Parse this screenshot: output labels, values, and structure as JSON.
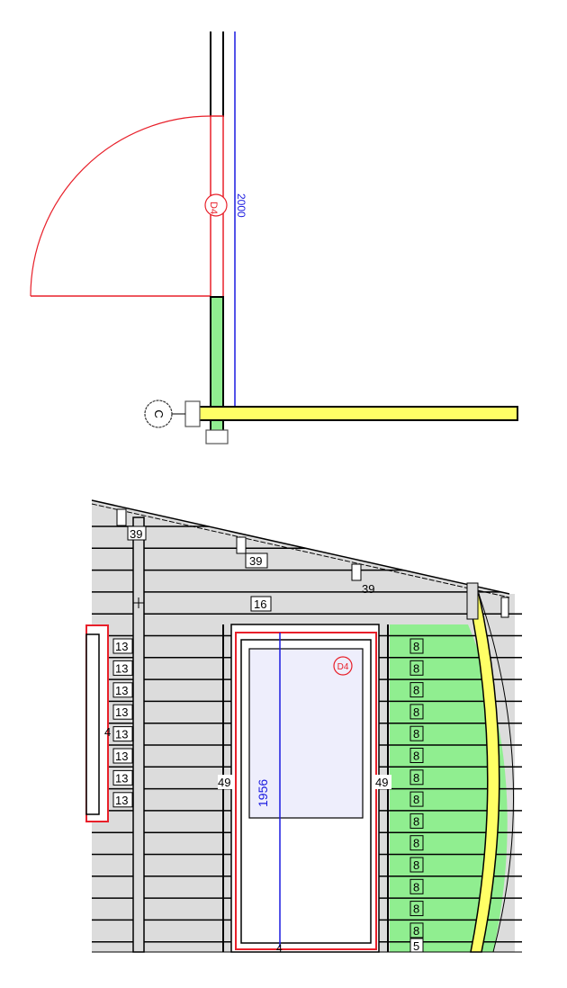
{
  "plan": {
    "door_tag": "D4",
    "dimension": "2000",
    "column_tag": "C"
  },
  "elevation": {
    "rafter_labels": [
      "39",
      "39",
      "39"
    ],
    "beam_label": "16",
    "left_labels": [
      "13",
      "13",
      "13",
      "13",
      "13",
      "13",
      "13",
      "13"
    ],
    "left_extra_label": "4",
    "post_labels": [
      "49",
      "49"
    ],
    "door_tag": "D4",
    "door_dimension": "1956",
    "door_bottom_label": "4",
    "green_labels": [
      "8",
      "8",
      "8",
      "8",
      "8",
      "8",
      "8",
      "8",
      "8",
      "8",
      "8",
      "8",
      "8",
      "8"
    ],
    "green_bottom_label": "5"
  },
  "colors": {
    "door": "#e8202a",
    "dimension": "#1a1ae0",
    "wall_green": "#90ee90",
    "wall_yellow": "#ffff66",
    "cladding": "#dcdcdc",
    "glass": "#eeeefc"
  }
}
